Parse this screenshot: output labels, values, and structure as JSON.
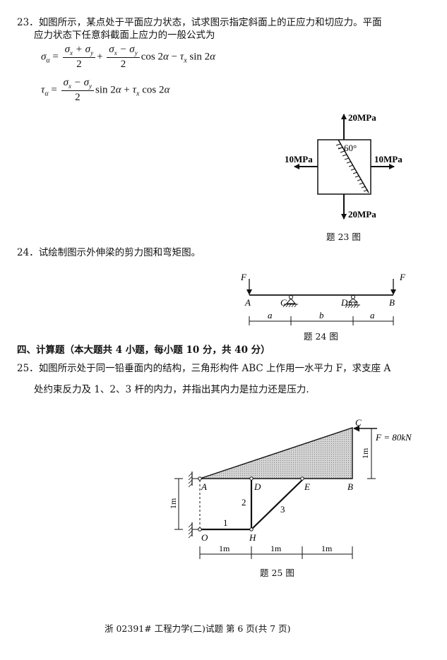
{
  "q23": {
    "number": "23．",
    "line1": "如图所示，某点处于平面应力状态，试求图示指定斜面上的正应力和切应力。平面",
    "line2": "应力状态下任意斜截面上应力的一般公式为",
    "caption": "题 23 图",
    "fig": {
      "top": "20MPa",
      "bottom": "20MPa",
      "left": "10MPa",
      "right": "10MPa",
      "angle": "60°"
    }
  },
  "q24": {
    "number": "24．",
    "text": "试绘制图示外伸梁的剪力图和弯矩图。",
    "caption": "题 24 图",
    "fig": {
      "F_left": "F",
      "F_right": "F",
      "A": "A",
      "C": "C",
      "D": "D",
      "B": "B",
      "a1": "a",
      "b": "b",
      "a2": "a"
    }
  },
  "section4": {
    "title": "四、计算题（本大题共 4 小题，每小题 10 分，共 40 分）"
  },
  "q25": {
    "number": "25．",
    "line1": "如图所示处于同一铅垂面内的结构，三角形构件 ABC 上作用一水平力 F，求支座 A",
    "line2": "处约束反力及 1、2、3 杆的内力，并指出其内力是拉力还是压力.",
    "caption": "题 25 图",
    "fig": {
      "C": "C",
      "force": "F = 80kN",
      "h_C": "1m",
      "A": "A",
      "D": "D",
      "E": "E",
      "B": "B",
      "O": "O",
      "H": "H",
      "bar1": "1",
      "bar2": "2",
      "bar3": "3",
      "h_left": "1m",
      "w1": "1m",
      "w2": "1m",
      "w3": "1m"
    }
  },
  "footer": "浙 02391# 工程力学(二)试题 第 6 页(共 7 页)"
}
